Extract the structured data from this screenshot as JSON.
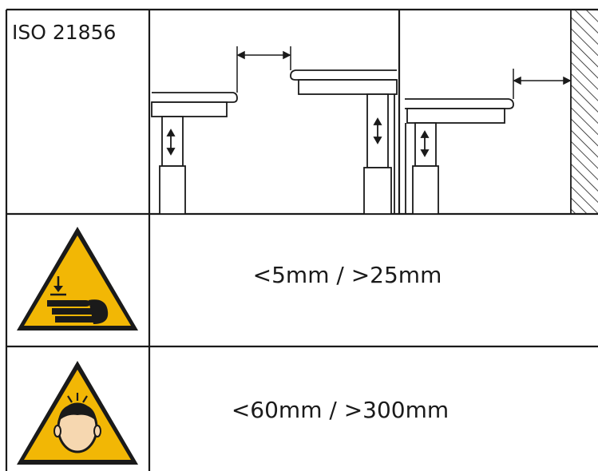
{
  "standard": {
    "label": "ISO 21856"
  },
  "rows": [
    {
      "hazard": "crushing-hand",
      "distances": "<5mm / >25mm"
    },
    {
      "hazard": "head-impact",
      "distances": "<60mm / >300mm"
    }
  ],
  "colors": {
    "line": "#1a1a1a",
    "warning_yellow": "#f2b705",
    "warning_border": "#1a1a1a",
    "skin": "#f6d7b0"
  }
}
